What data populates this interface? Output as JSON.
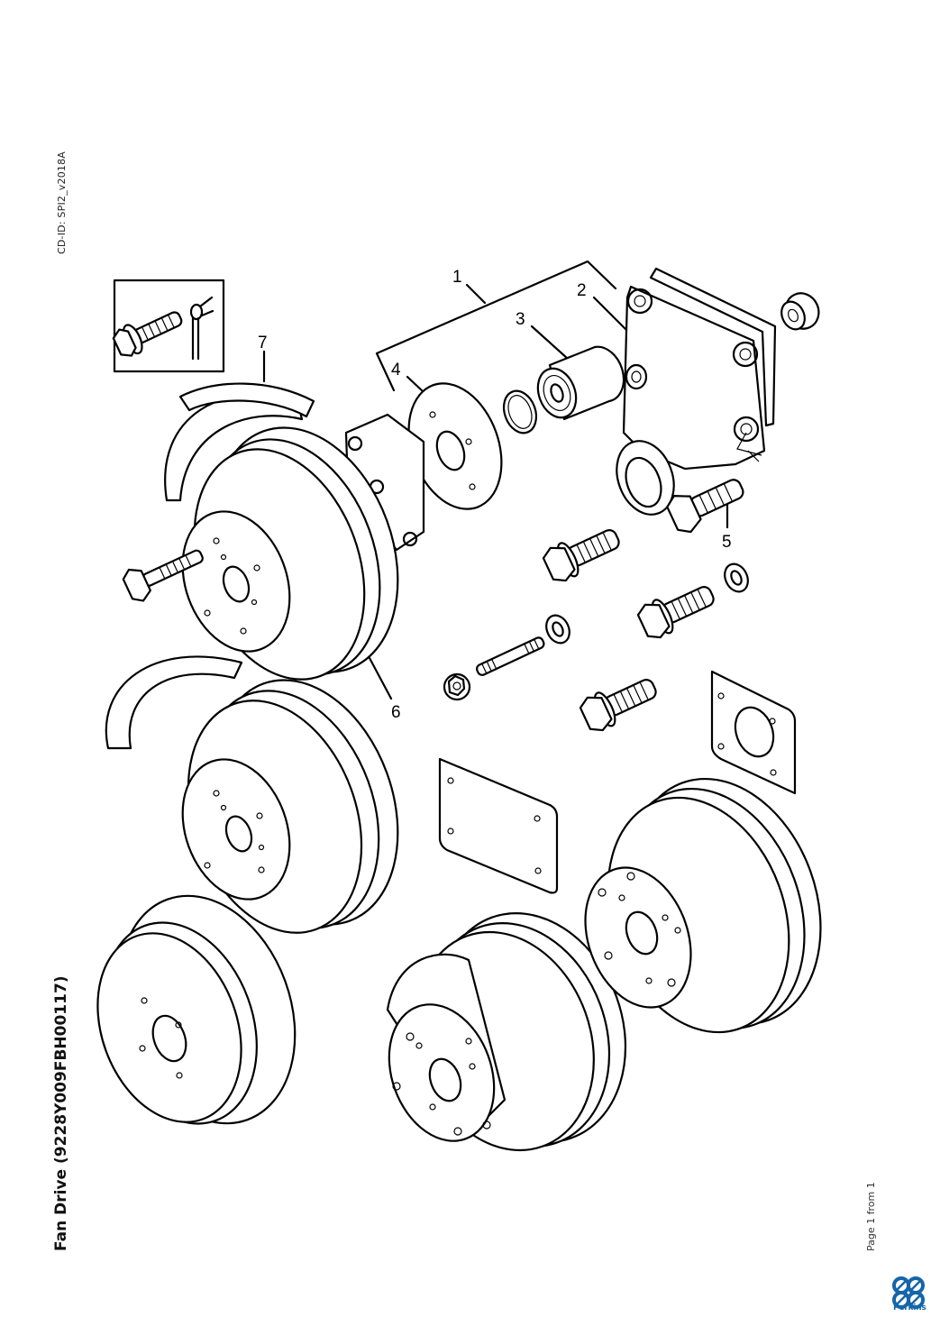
{
  "header": {
    "cd_id": "CD-ID: SPI2_v2018A"
  },
  "title": "Fan Drive (9228Y009FBH00117)",
  "footer": {
    "page_indicator": "Page 1 from 1",
    "brand": "Perkins",
    "brand_color": "#1565a8"
  },
  "diagram": {
    "callouts": [
      {
        "number": "1",
        "part": "fan-drive-assembly"
      },
      {
        "number": "2",
        "part": "housing"
      },
      {
        "number": "3",
        "part": "bearing"
      },
      {
        "number": "4",
        "part": "hub"
      },
      {
        "number": "5",
        "part": "bolt"
      },
      {
        "number": "6",
        "part": "pulley"
      },
      {
        "number": "7",
        "part": "belt"
      }
    ],
    "inset": "bolt-with-washer-detail"
  }
}
